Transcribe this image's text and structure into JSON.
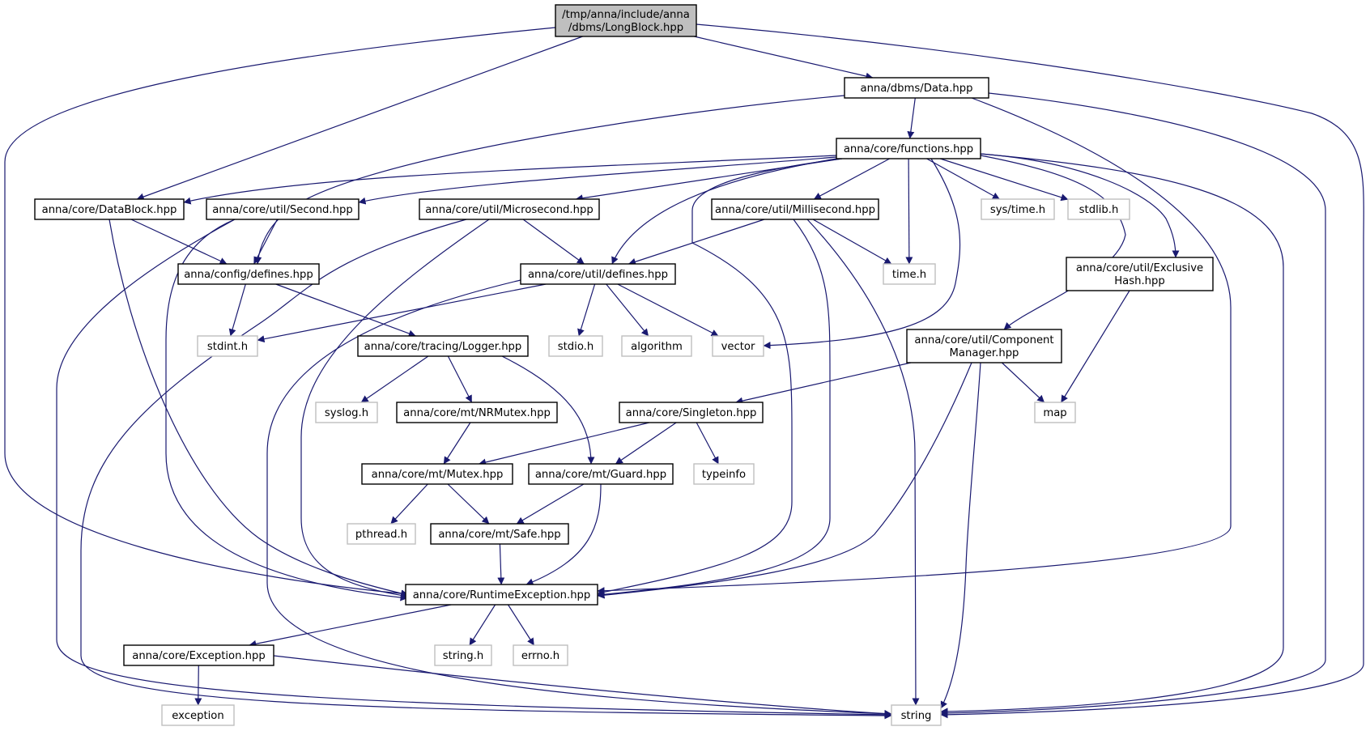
{
  "colors": {
    "edge": "#191970",
    "root_fill": "#bfbfbf",
    "documented_border": "#000000",
    "external_border": "#bfbfbf"
  },
  "graph": {
    "nodes": [
      {
        "id": "longblock",
        "kind": "root",
        "lines": [
          "/tmp/anna/include/anna",
          "/dbms/LongBlock.hpp"
        ]
      },
      {
        "id": "data",
        "kind": "documented",
        "lines": [
          "anna/dbms/Data.hpp"
        ]
      },
      {
        "id": "functions",
        "kind": "documented",
        "lines": [
          "anna/core/functions.hpp"
        ]
      },
      {
        "id": "datablock",
        "kind": "documented",
        "lines": [
          "anna/core/DataBlock.hpp"
        ]
      },
      {
        "id": "second",
        "kind": "documented",
        "lines": [
          "anna/core/util/Second.hpp"
        ]
      },
      {
        "id": "microsecond",
        "kind": "documented",
        "lines": [
          "anna/core/util/Microsecond.hpp"
        ]
      },
      {
        "id": "millisecond",
        "kind": "documented",
        "lines": [
          "anna/core/util/Millisecond.hpp"
        ]
      },
      {
        "id": "systime",
        "kind": "external",
        "lines": [
          "sys/time.h"
        ]
      },
      {
        "id": "stdlib",
        "kind": "external",
        "lines": [
          "stdlib.h"
        ]
      },
      {
        "id": "configdefines",
        "kind": "documented",
        "lines": [
          "anna/config/defines.hpp"
        ]
      },
      {
        "id": "utildefines",
        "kind": "documented",
        "lines": [
          "anna/core/util/defines.hpp"
        ]
      },
      {
        "id": "timeh",
        "kind": "external",
        "lines": [
          "time.h"
        ]
      },
      {
        "id": "exclusivehash",
        "kind": "documented",
        "lines": [
          "anna/core/util/Exclusive",
          "Hash.hpp"
        ]
      },
      {
        "id": "stdint",
        "kind": "external",
        "lines": [
          "stdint.h"
        ]
      },
      {
        "id": "logger",
        "kind": "documented",
        "lines": [
          "anna/core/tracing/Logger.hpp"
        ]
      },
      {
        "id": "stdio",
        "kind": "external",
        "lines": [
          "stdio.h"
        ]
      },
      {
        "id": "algorithm",
        "kind": "external",
        "lines": [
          "algorithm"
        ]
      },
      {
        "id": "vector",
        "kind": "external",
        "lines": [
          "vector"
        ]
      },
      {
        "id": "compmanager",
        "kind": "documented",
        "lines": [
          "anna/core/util/Component",
          "Manager.hpp"
        ]
      },
      {
        "id": "syslog",
        "kind": "external",
        "lines": [
          "syslog.h"
        ]
      },
      {
        "id": "nrmutex",
        "kind": "documented",
        "lines": [
          "anna/core/mt/NRMutex.hpp"
        ]
      },
      {
        "id": "singleton",
        "kind": "documented",
        "lines": [
          "anna/core/Singleton.hpp"
        ]
      },
      {
        "id": "map",
        "kind": "external",
        "lines": [
          "map"
        ]
      },
      {
        "id": "typeinfo",
        "kind": "external",
        "lines": [
          "typeinfo"
        ]
      },
      {
        "id": "mutex",
        "kind": "documented",
        "lines": [
          "anna/core/mt/Mutex.hpp"
        ]
      },
      {
        "id": "guard",
        "kind": "documented",
        "lines": [
          "anna/core/mt/Guard.hpp"
        ]
      },
      {
        "id": "pthread",
        "kind": "external",
        "lines": [
          "pthread.h"
        ]
      },
      {
        "id": "safe",
        "kind": "documented",
        "lines": [
          "anna/core/mt/Safe.hpp"
        ]
      },
      {
        "id": "runtimeexc",
        "kind": "documented",
        "lines": [
          "anna/core/RuntimeException.hpp"
        ]
      },
      {
        "id": "exception",
        "kind": "documented",
        "lines": [
          "anna/core/Exception.hpp"
        ]
      },
      {
        "id": "stringh",
        "kind": "external",
        "lines": [
          "string.h"
        ]
      },
      {
        "id": "errno",
        "kind": "external",
        "lines": [
          "errno.h"
        ]
      },
      {
        "id": "exceptionstd",
        "kind": "external",
        "lines": [
          "exception"
        ]
      },
      {
        "id": "string",
        "kind": "external",
        "lines": [
          "string"
        ]
      }
    ],
    "edges": [
      {
        "from": "longblock",
        "to": "data"
      },
      {
        "from": "longblock",
        "to": "datablock"
      },
      {
        "from": "longblock",
        "to": "runtimeexc"
      },
      {
        "from": "longblock",
        "to": "string"
      },
      {
        "from": "data",
        "to": "functions"
      },
      {
        "from": "data",
        "to": "configdefines"
      },
      {
        "from": "data",
        "to": "runtimeexc"
      },
      {
        "from": "data",
        "to": "string"
      },
      {
        "from": "functions",
        "to": "datablock"
      },
      {
        "from": "functions",
        "to": "second"
      },
      {
        "from": "functions",
        "to": "microsecond"
      },
      {
        "from": "functions",
        "to": "millisecond"
      },
      {
        "from": "functions",
        "to": "utildefines"
      },
      {
        "from": "functions",
        "to": "runtimeexc"
      },
      {
        "from": "functions",
        "to": "systime"
      },
      {
        "from": "functions",
        "to": "stdlib"
      },
      {
        "from": "functions",
        "to": "timeh"
      },
      {
        "from": "functions",
        "to": "vector"
      },
      {
        "from": "functions",
        "to": "exclusivehash"
      },
      {
        "from": "functions",
        "to": "compmanager"
      },
      {
        "from": "functions",
        "to": "string"
      },
      {
        "from": "datablock",
        "to": "configdefines"
      },
      {
        "from": "datablock",
        "to": "runtimeexc"
      },
      {
        "from": "second",
        "to": "configdefines"
      },
      {
        "from": "second",
        "to": "runtimeexc"
      },
      {
        "from": "second",
        "to": "string"
      },
      {
        "from": "microsecond",
        "to": "utildefines"
      },
      {
        "from": "microsecond",
        "to": "runtimeexc"
      },
      {
        "from": "microsecond",
        "to": "string"
      },
      {
        "from": "millisecond",
        "to": "utildefines"
      },
      {
        "from": "millisecond",
        "to": "timeh"
      },
      {
        "from": "millisecond",
        "to": "runtimeexc"
      },
      {
        "from": "millisecond",
        "to": "string"
      },
      {
        "from": "configdefines",
        "to": "stdint"
      },
      {
        "from": "configdefines",
        "to": "logger"
      },
      {
        "from": "utildefines",
        "to": "stdint"
      },
      {
        "from": "utildefines",
        "to": "stdio"
      },
      {
        "from": "utildefines",
        "to": "algorithm"
      },
      {
        "from": "utildefines",
        "to": "vector"
      },
      {
        "from": "utildefines",
        "to": "string"
      },
      {
        "from": "logger",
        "to": "syslog"
      },
      {
        "from": "logger",
        "to": "nrmutex"
      },
      {
        "from": "logger",
        "to": "guard"
      },
      {
        "from": "nrmutex",
        "to": "mutex"
      },
      {
        "from": "exclusivehash",
        "to": "map"
      },
      {
        "from": "compmanager",
        "to": "singleton"
      },
      {
        "from": "compmanager",
        "to": "map"
      },
      {
        "from": "compmanager",
        "to": "runtimeexc"
      },
      {
        "from": "compmanager",
        "to": "string"
      },
      {
        "from": "singleton",
        "to": "mutex"
      },
      {
        "from": "singleton",
        "to": "guard"
      },
      {
        "from": "singleton",
        "to": "typeinfo"
      },
      {
        "from": "mutex",
        "to": "pthread"
      },
      {
        "from": "mutex",
        "to": "safe"
      },
      {
        "from": "guard",
        "to": "safe"
      },
      {
        "from": "guard",
        "to": "runtimeexc"
      },
      {
        "from": "safe",
        "to": "runtimeexc"
      },
      {
        "from": "runtimeexc",
        "to": "exception"
      },
      {
        "from": "runtimeexc",
        "to": "stringh"
      },
      {
        "from": "runtimeexc",
        "to": "errno"
      },
      {
        "from": "exception",
        "to": "exceptionstd"
      },
      {
        "from": "exception",
        "to": "string"
      }
    ]
  }
}
